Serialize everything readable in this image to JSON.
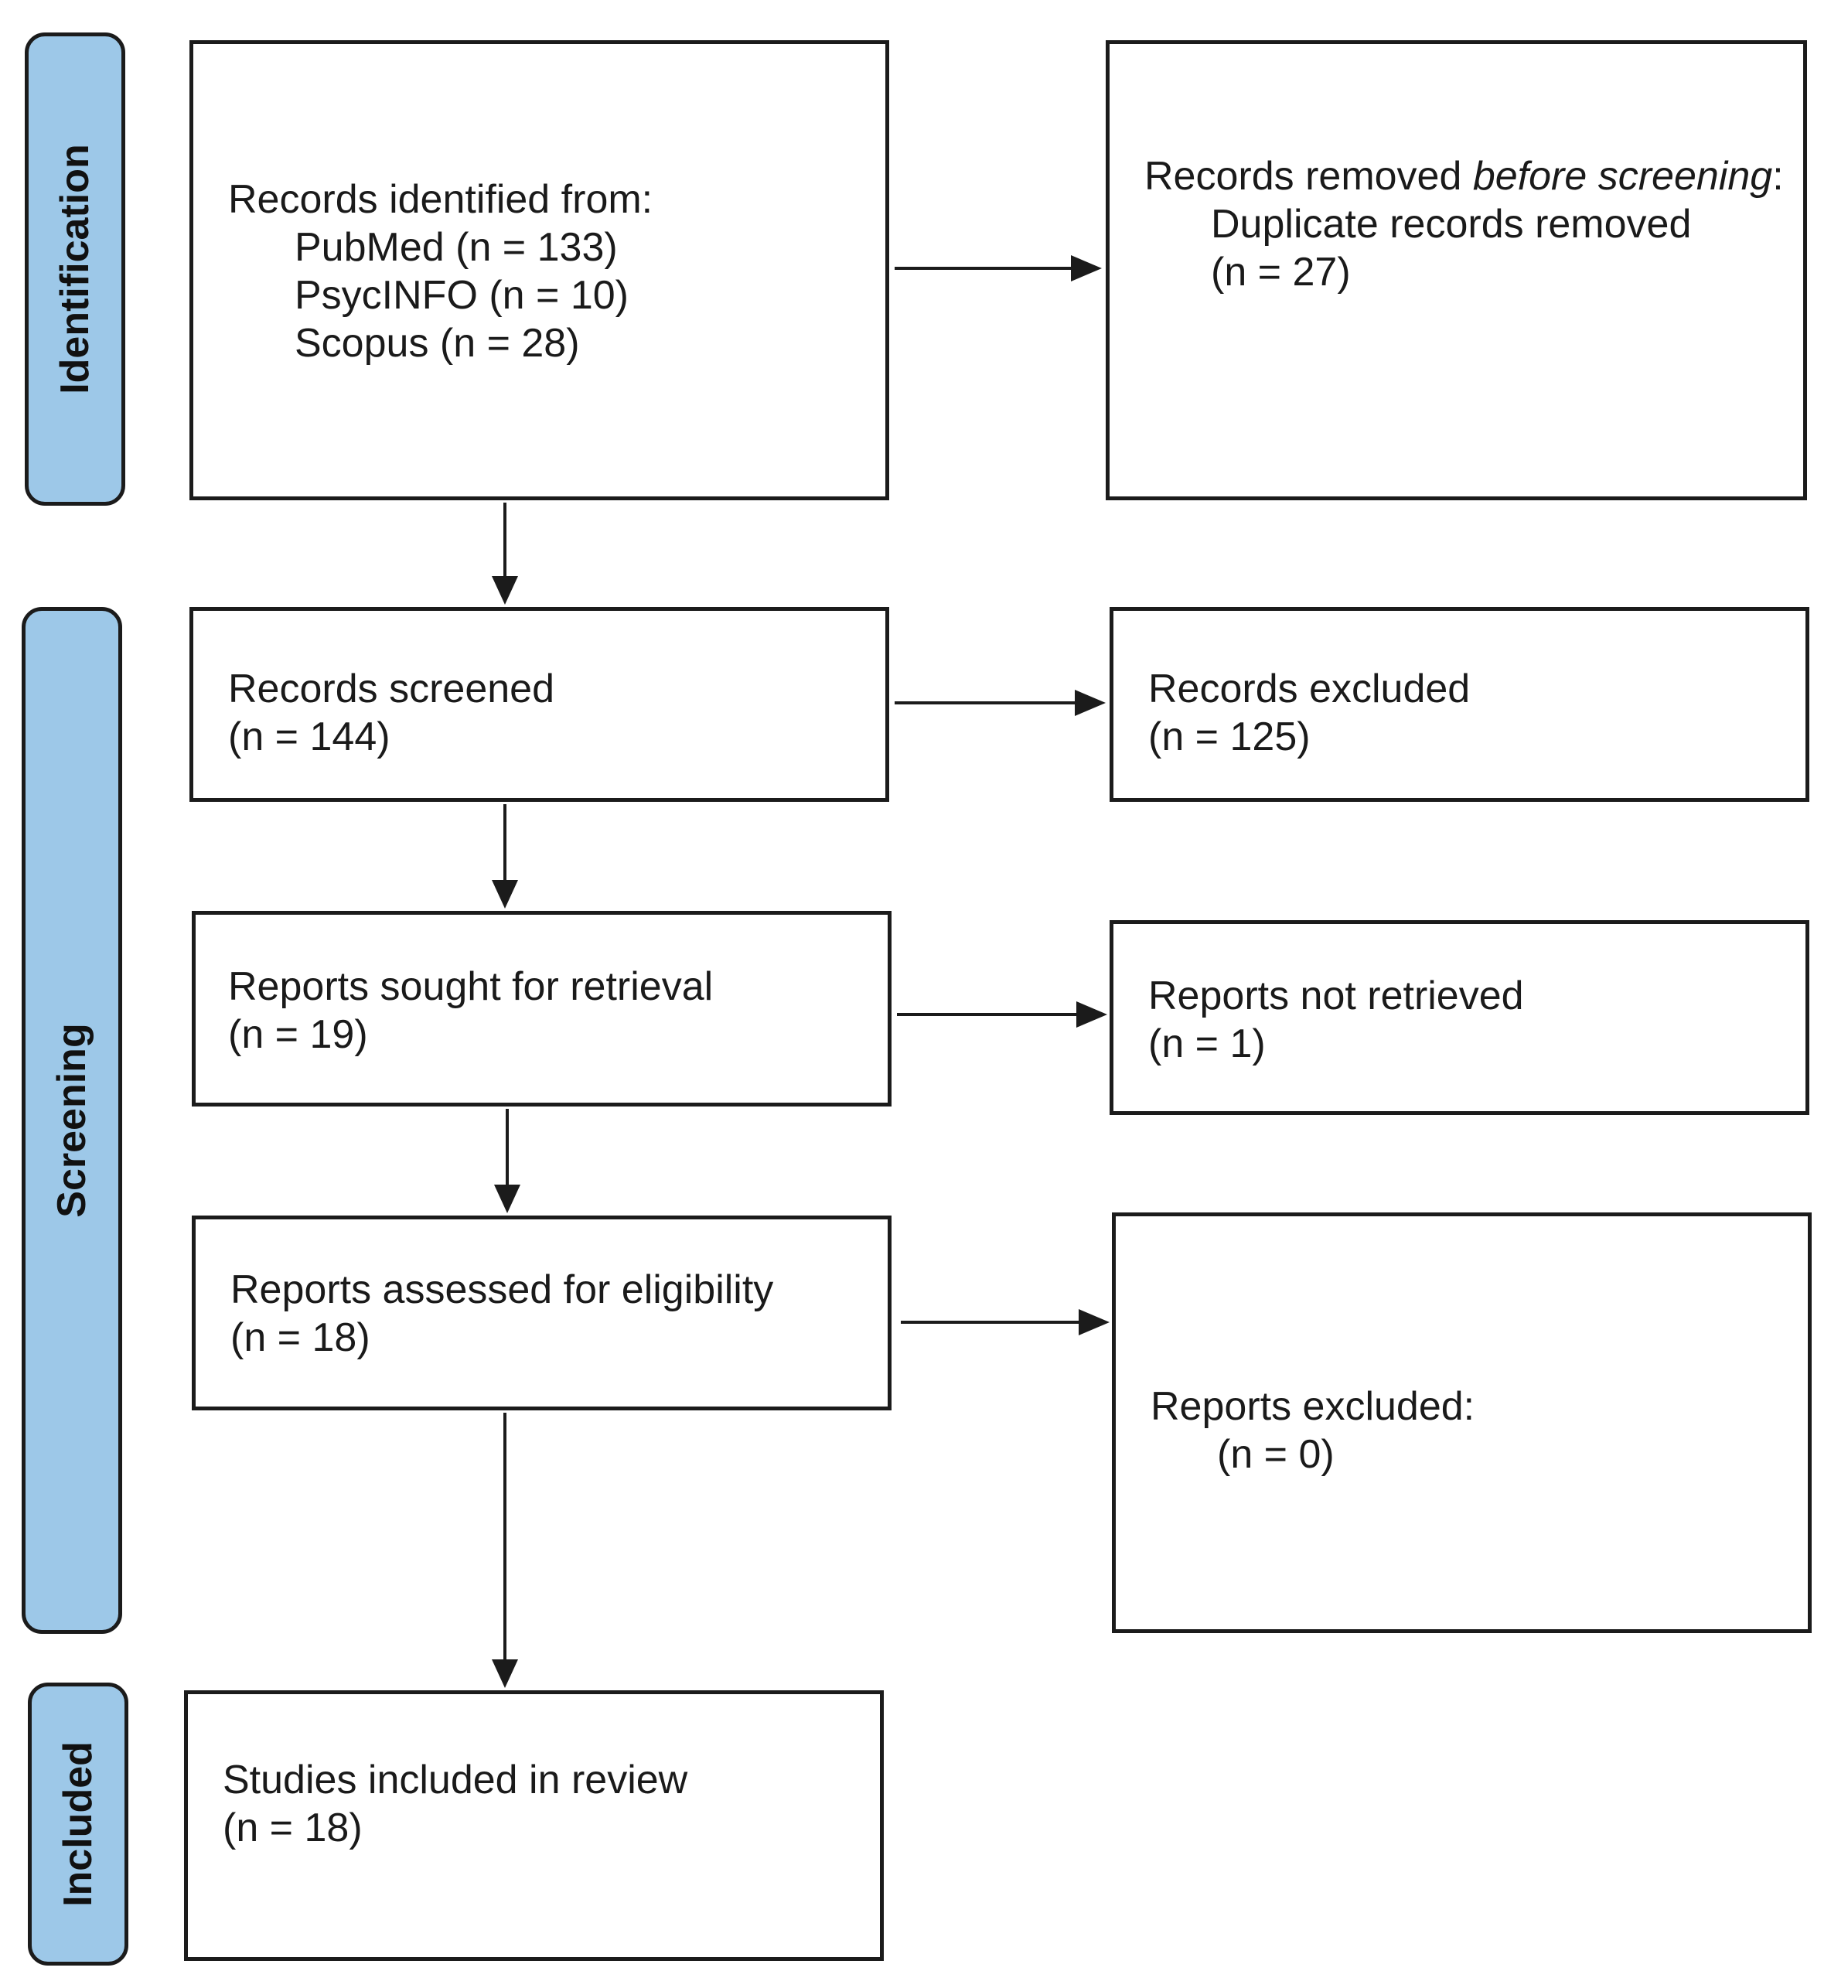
{
  "phases": {
    "identification": "Identification",
    "screening": "Screening",
    "included": "Included"
  },
  "identified": {
    "title": "Records identified from:",
    "sources": [
      "PubMed (n = 133)",
      "PsycINFO (n = 10)",
      "Scopus (n = 28)"
    ]
  },
  "removed": {
    "title_prefix": "Records removed ",
    "title_italic": "before screening",
    "title_suffix": ":",
    "detail": "Duplicate records removed",
    "count": "(n = 27)"
  },
  "screened": {
    "title": "Records screened",
    "count": "(n = 144)"
  },
  "excluded": {
    "title": "Records excluded",
    "count": "(n = 125)"
  },
  "sought": {
    "title": "Reports sought for retrieval",
    "count": "(n = 19)"
  },
  "not_retrieved": {
    "title": "Reports not retrieved",
    "count": "(n = 1)"
  },
  "assessed": {
    "title": "Reports assessed for eligibility",
    "count": "(n = 18)"
  },
  "reports_excluded": {
    "title": "Reports excluded:",
    "count": "(n = 0)"
  },
  "included": {
    "title": "Studies included in review",
    "count": "(n = 18)"
  }
}
